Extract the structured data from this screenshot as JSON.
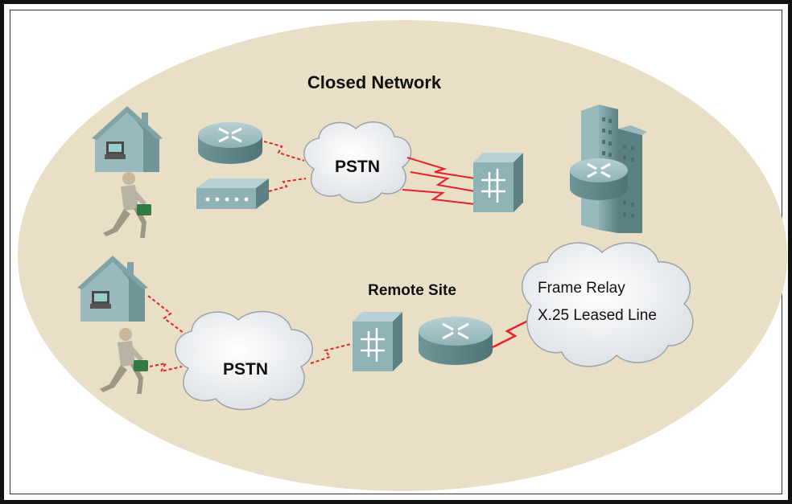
{
  "title": "Closed Network",
  "remote_site_label": "Remote Site",
  "pstn_top_label": "PSTN",
  "pstn_bottom_label": "PSTN",
  "wan_cloud": {
    "line1": "Frame Relay",
    "line2": "X.25 Leased Line"
  },
  "colors": {
    "background_ellipse": "#e8dfc6",
    "device_teal": "#7fa7ac",
    "link_red": "#e8202a",
    "cloud_fill": "#f2f4f6"
  },
  "icons": [
    "home-icon",
    "mobile-user-icon",
    "router-icon",
    "modem-icon",
    "access-server-icon",
    "building-router-icon",
    "cloud-icon"
  ]
}
